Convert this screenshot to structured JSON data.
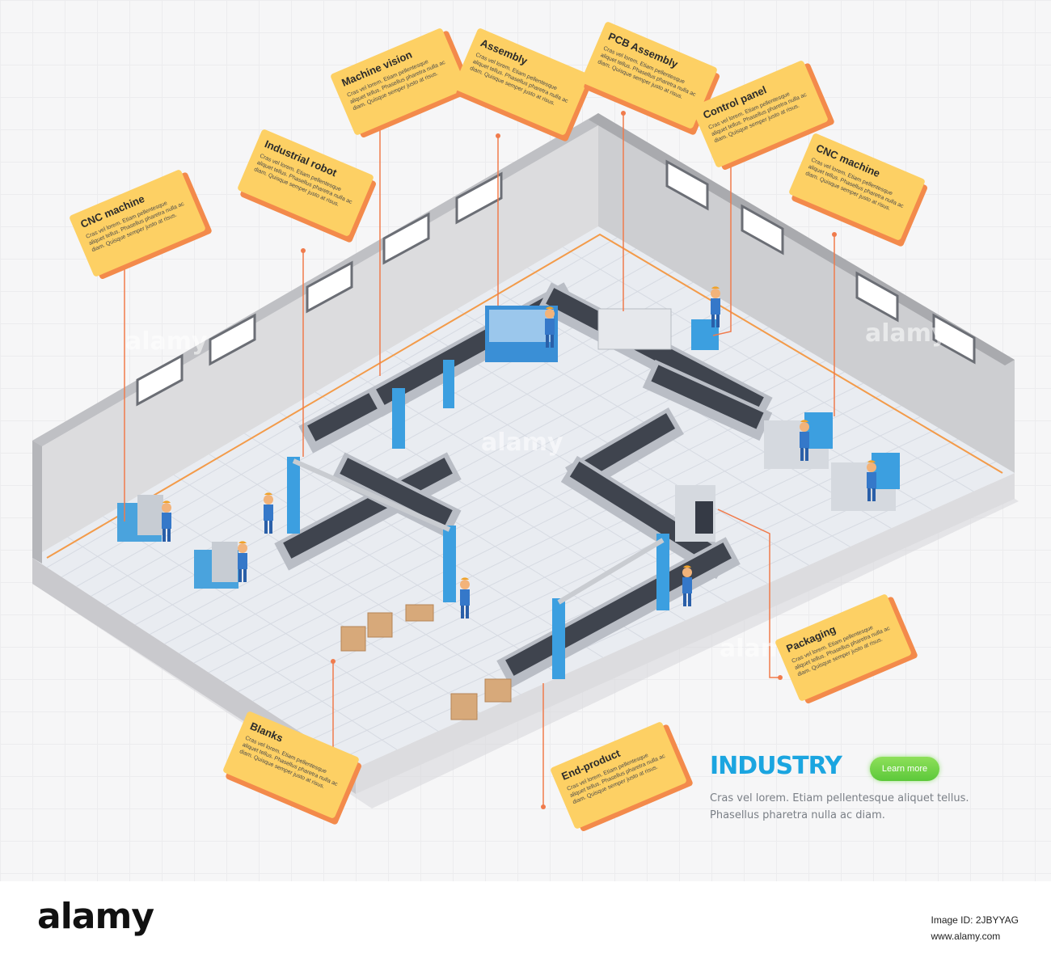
{
  "infographic": {
    "title": "INDUSTRY",
    "learn_more_label": "Learn more",
    "description_line1": "Cras vel lorem. Etiam pellentesque aliquet tellus.",
    "description_line2": "Phasellus pharetra nulla ac diam.",
    "accent_color": "#1ba5e0",
    "button_color": "#6fd24a"
  },
  "callouts": [
    {
      "id": "cnc-left",
      "title": "CNC machine",
      "text": "Cras vel lorem. Etiam pellentesque aliquet tellus. Phasellus pharetra nulla ac diam. Quisque semper justo at risus."
    },
    {
      "id": "industrial-robot",
      "title": "Industrial robot",
      "text": "Cras vel lorem. Etiam pellentesque aliquet tellus. Phasellus pharetra nulla ac diam. Quisque semper justo at risus."
    },
    {
      "id": "machine-vision",
      "title": "Machine vision",
      "text": "Cras vel lorem. Etiam pellentesque aliquet tellus. Phasellus pharetra nulla ac diam. Quisque semper justo at risus."
    },
    {
      "id": "assembly",
      "title": "Assembly",
      "text": "Cras vel lorem. Etiam pellentesque aliquet tellus. Phasellus pharetra nulla ac diam. Quisque semper justo at risus."
    },
    {
      "id": "pcb-assembly",
      "title": "PCB Assembly",
      "text": "Cras vel lorem. Etiam pellentesque aliquet tellus. Phasellus pharetra nulla ac diam. Quisque semper justo at risus."
    },
    {
      "id": "control-panel",
      "title": "Control panel",
      "text": "Cras vel lorem. Etiam pellentesque aliquet tellus. Phasellus pharetra nulla ac diam. Quisque semper justo at risus."
    },
    {
      "id": "cnc-right",
      "title": "CNC machine",
      "text": "Cras vel lorem. Etiam pellentesque aliquet tellus. Phasellus pharetra nulla ac diam. Quisque semper justo at risus."
    },
    {
      "id": "packaging",
      "title": "Packaging",
      "text": "Cras vel lorem. Etiam pellentesque aliquet tellus. Phasellus pharetra nulla ac diam. Quisque semper justo at risus."
    },
    {
      "id": "blanks",
      "title": "Blanks",
      "text": "Cras vel lorem. Etiam pellentesque aliquet tellus. Phasellus pharetra nulla ac diam. Quisque semper justo at risus."
    },
    {
      "id": "end-product",
      "title": "End-product",
      "text": "Cras vel lorem. Etiam pellentesque aliquet tellus. Phasellus pharetra nulla ac diam. Quisque semper justo at risus."
    }
  ],
  "watermark": "alamy",
  "footer": {
    "brand": "alamy",
    "image_id_line": "Image ID: 2JBYYAG",
    "site": "www.alamy.com"
  }
}
